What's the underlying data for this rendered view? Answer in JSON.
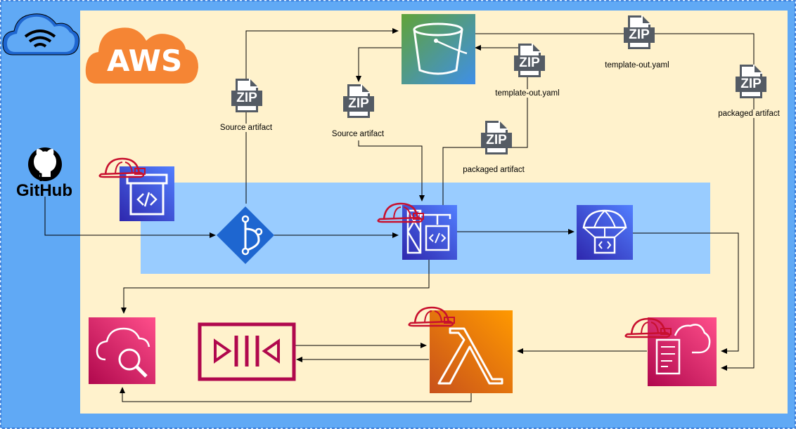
{
  "diagram": {
    "cloud_label": "AWS",
    "github_label": "GitHub",
    "zip_text": "ZIP",
    "captions": {
      "source_artifact_1": "Source artifact",
      "source_artifact_2": "Source artifact",
      "template_out_1": "template-out.yaml",
      "template_out_2": "template-out.yaml",
      "packaged_artifact_1": "packaged artifact",
      "packaged_artifact_2": "packaged artifact"
    },
    "colors": {
      "outer_bg": "#60a9f5",
      "aws_bg": "#fff2cc",
      "pipeline_band": "#99ccff",
      "aws_logo": "#f58534",
      "dev_tools_blue": "#3b48cc",
      "s3_green": "#60a337",
      "s3_blue": "#3f8fe8",
      "pink": "#e7157b",
      "lambda_orange": "#ed7100",
      "hat_red": "#c8102e",
      "zip_gray": "#545b64"
    },
    "icons": [
      "internet-cloud-icon",
      "aws-cloud-icon",
      "github-icon",
      "codepipeline-icon",
      "codecommit-icon",
      "codebuild-icon",
      "s3-bucket-icon",
      "codedeploy-icon",
      "cloudformation-icon",
      "lambda-icon",
      "step-functions-icon",
      "cloudwatch-icon",
      "zip-file-icon",
      "hard-hat-icon"
    ]
  }
}
